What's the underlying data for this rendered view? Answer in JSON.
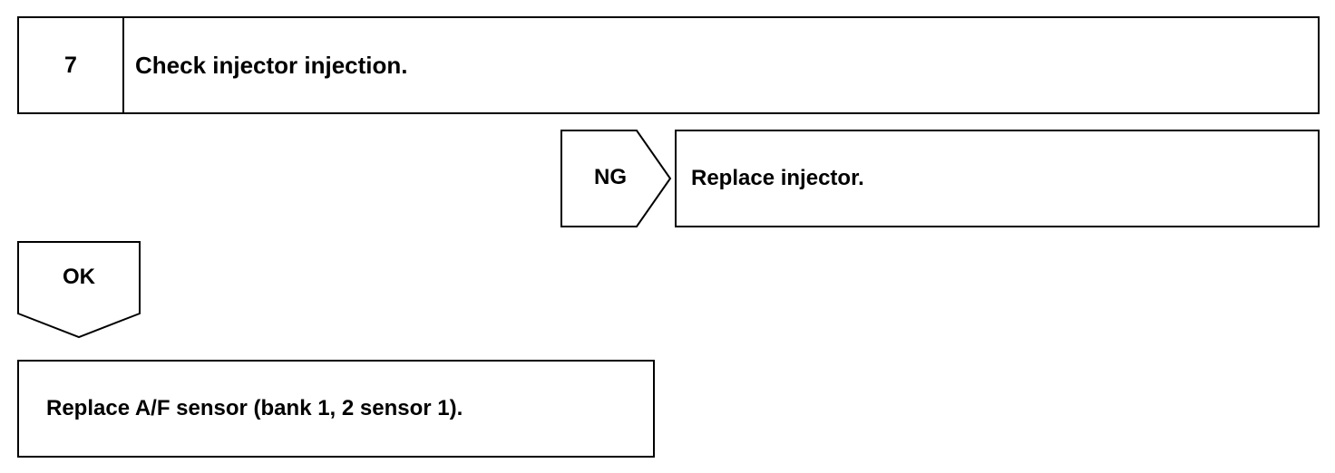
{
  "step": {
    "number": "7",
    "title": "Check injector injection."
  },
  "ng_branch": {
    "label": "NG",
    "action": "Replace injector."
  },
  "ok_branch": {
    "label": "OK",
    "action": "Replace A/F sensor (bank 1, 2 sensor 1)."
  }
}
